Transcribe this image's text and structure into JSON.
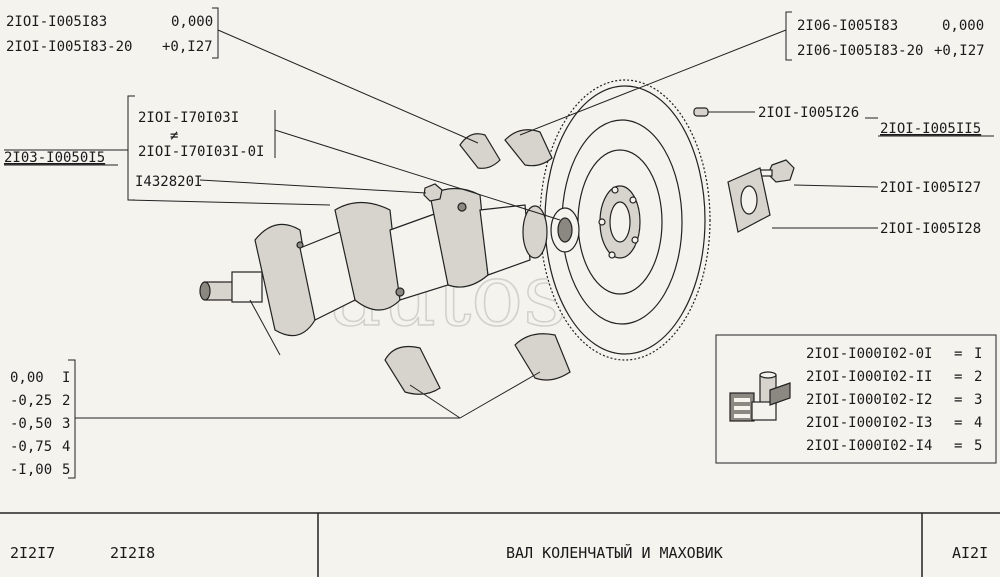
{
  "callouts": {
    "top_left_1": {
      "code": "2IOI-I005I83",
      "value": "0,000"
    },
    "top_left_2": {
      "code": "2IOI-I005I83-20",
      "value": "+0,I27"
    },
    "top_right_1": {
      "code": "2I06-I005I83",
      "value": "0,000"
    },
    "top_right_2": {
      "code": "2I06-I005I83-20",
      "value": "+0,I27"
    },
    "assembly_left": "2I03-I0050I5",
    "thrust_a": "2IOI-I70I03I",
    "neq_sign": "≠",
    "thrust_b": "2IOI-I70I03I-0I",
    "nut": "I432820I",
    "pin": "2IOI-I005I26",
    "flywheel_asm": "2IOI-I005II5",
    "bolt": "2IOI-I005I27",
    "washer": "2IOI-I005I28"
  },
  "sizes": [
    {
      "value": "0,00",
      "index": "I"
    },
    {
      "value": "-0,25",
      "index": "2"
    },
    {
      "value": "-0,50",
      "index": "3"
    },
    {
      "value": "-0,75",
      "index": "4"
    },
    {
      "value": "-I,00",
      "index": "5"
    }
  ],
  "kit_table": [
    {
      "code": "2IOI-I000I02-0I",
      "eq": "=",
      "num": "I"
    },
    {
      "code": "2IOI-I000I02-II",
      "eq": "=",
      "num": "2"
    },
    {
      "code": "2IOI-I000I02-I2",
      "eq": "=",
      "num": "3"
    },
    {
      "code": "2IOI-I000I02-I3",
      "eq": "=",
      "num": "4"
    },
    {
      "code": "2IOI-I000I02-I4",
      "eq": "=",
      "num": "5"
    }
  ],
  "watermark": "autosoft",
  "footer": {
    "model_1": "2I2I7",
    "model_2": "2I2I8",
    "title": "ВАЛ КОЛЕНЧАТЫЙ И МАХОВИК",
    "page": "AI2I"
  }
}
